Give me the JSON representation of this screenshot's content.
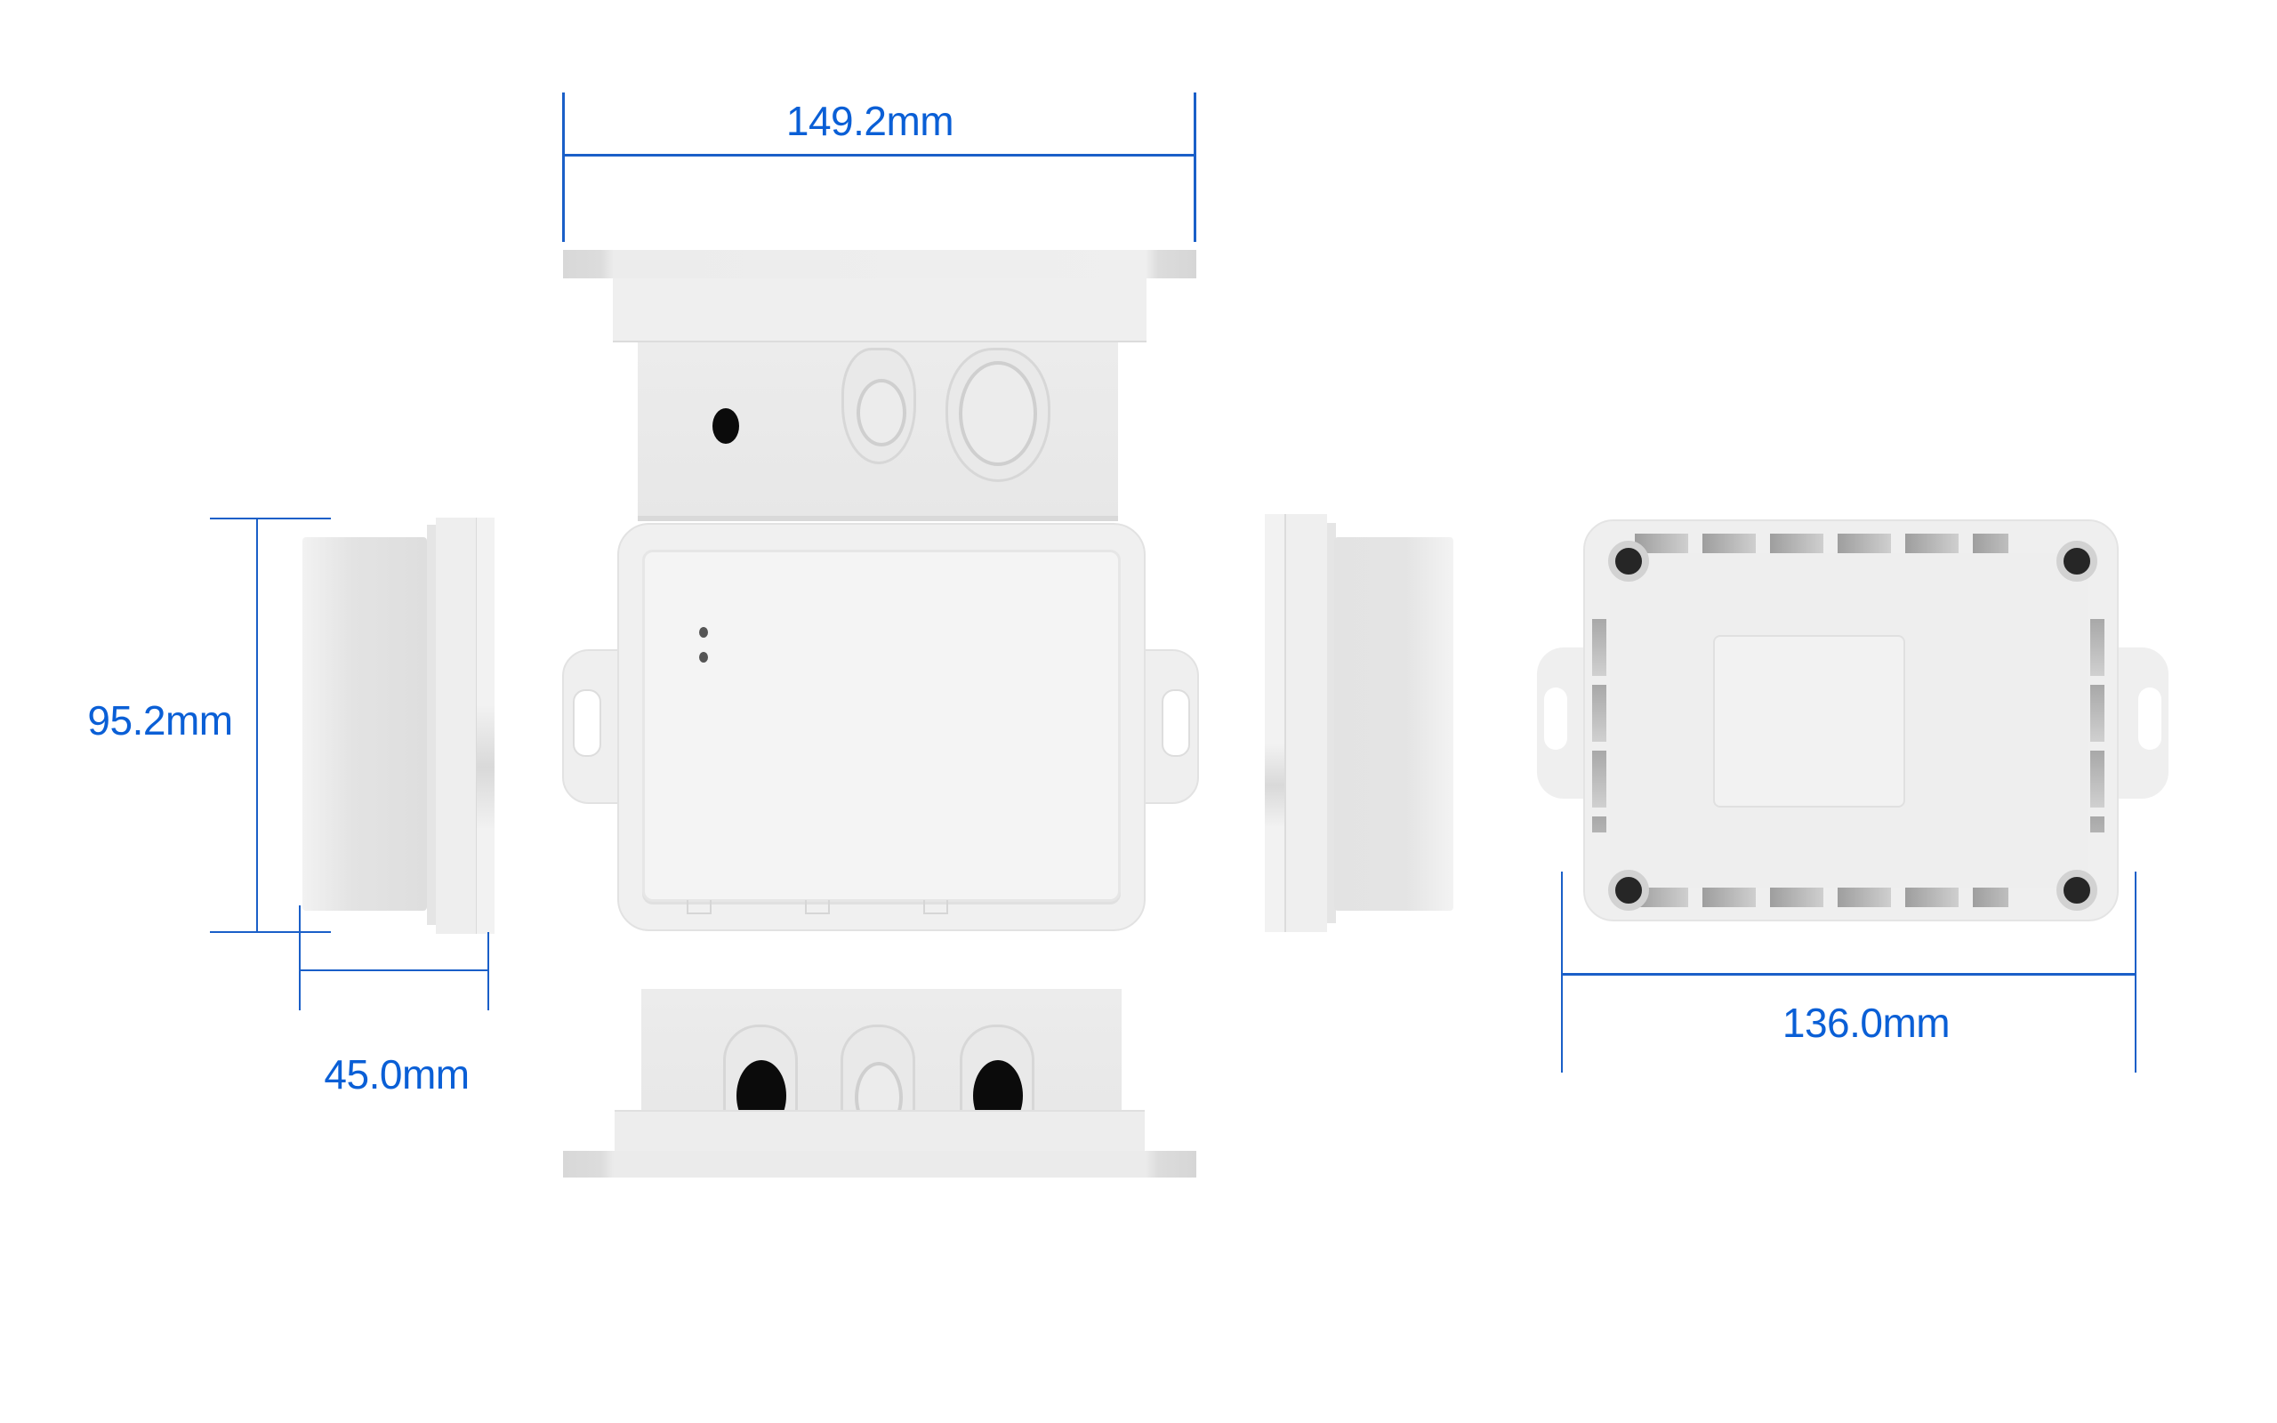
{
  "dimensions": {
    "width": {
      "label": "149.2mm",
      "value": 149.2,
      "unit": "mm"
    },
    "height": {
      "label": "95.2mm",
      "value": 95.2,
      "unit": "mm"
    },
    "depth": {
      "label": "45.0mm",
      "value": 45.0,
      "unit": "mm"
    },
    "mounting_width": {
      "label": "136.0mm",
      "value": 136.0,
      "unit": "mm"
    }
  },
  "views": {
    "top": {
      "name": "top-view"
    },
    "front": {
      "name": "front-view",
      "led_count": 2
    },
    "left": {
      "name": "left-side-view"
    },
    "right": {
      "name": "right-side-view"
    },
    "bottom": {
      "name": "bottom-view",
      "ports": 3
    },
    "back": {
      "name": "back-view",
      "screw_holes": 4
    }
  },
  "colors": {
    "dimension": "#0a5fd6",
    "body": "#f0f0f0",
    "port": "#0b0b0b"
  }
}
